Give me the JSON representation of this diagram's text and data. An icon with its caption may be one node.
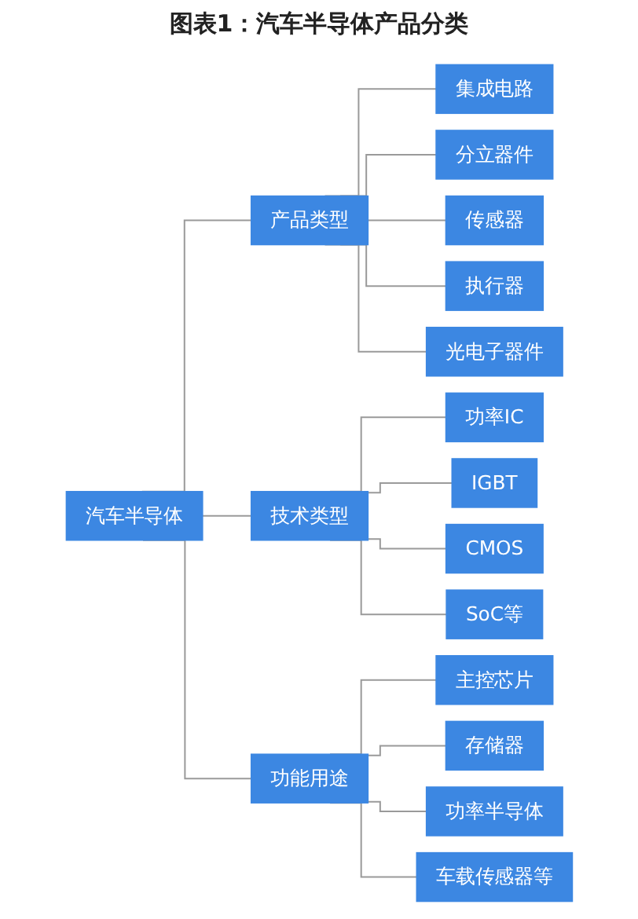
{
  "diagram": {
    "title": "图表1：汽车半导体产品分类",
    "nodes": [
      {
        "text": [
          "汽车半导体"
        ]
      },
      {
        "text": [
          "产品类型"
        ]
      },
      {
        "text": [
          "集成电路"
        ]
      },
      {
        "text": [
          "分立器件"
        ]
      },
      {
        "text": [
          "传感器"
        ]
      },
      {
        "text": [
          "执行器"
        ]
      },
      {
        "text": [
          "光电子器件"
        ]
      },
      {
        "text": [
          "技术类型"
        ]
      },
      {
        "text": [
          "功率IC"
        ]
      },
      {
        "text": [
          "IGBT"
        ]
      },
      {
        "text": [
          "CMOS"
        ]
      },
      {
        "text": [
          "SoC等"
        ]
      },
      {
        "text": [
          "功能用途"
        ]
      },
      {
        "text": [
          "主控芯片"
        ]
      },
      {
        "text": [
          "存储器"
        ]
      },
      {
        "text": [
          "功率半导体"
        ]
      },
      {
        "text": [
          "车载传感器等"
        ]
      }
    ],
    "edges": [
      {
        "from": 0,
        "to": 1,
        "arrow": "none"
      },
      {
        "from": 0,
        "to": 7,
        "arrow": "none"
      },
      {
        "from": 0,
        "to": 12,
        "arrow": "none"
      },
      {
        "from": 1,
        "to": 2,
        "arrow": "none"
      },
      {
        "from": 1,
        "to": 3,
        "arrow": "none"
      },
      {
        "from": 1,
        "to": 4,
        "arrow": "none"
      },
      {
        "from": 1,
        "to": 5,
        "arrow": "none"
      },
      {
        "from": 1,
        "to": 6,
        "arrow": "none"
      },
      {
        "from": 7,
        "to": 8,
        "arrow": "none"
      },
      {
        "from": 7,
        "to": 9,
        "arrow": "none"
      },
      {
        "from": 7,
        "to": 10,
        "arrow": "none"
      },
      {
        "from": 7,
        "to": 11,
        "arrow": "none"
      },
      {
        "from": 12,
        "to": 13,
        "arrow": "none"
      },
      {
        "from": 12,
        "to": 14,
        "arrow": "none"
      },
      {
        "from": 12,
        "to": 15,
        "arrow": "none"
      },
      {
        "from": 12,
        "to": 16,
        "arrow": "none"
      }
    ]
  }
}
